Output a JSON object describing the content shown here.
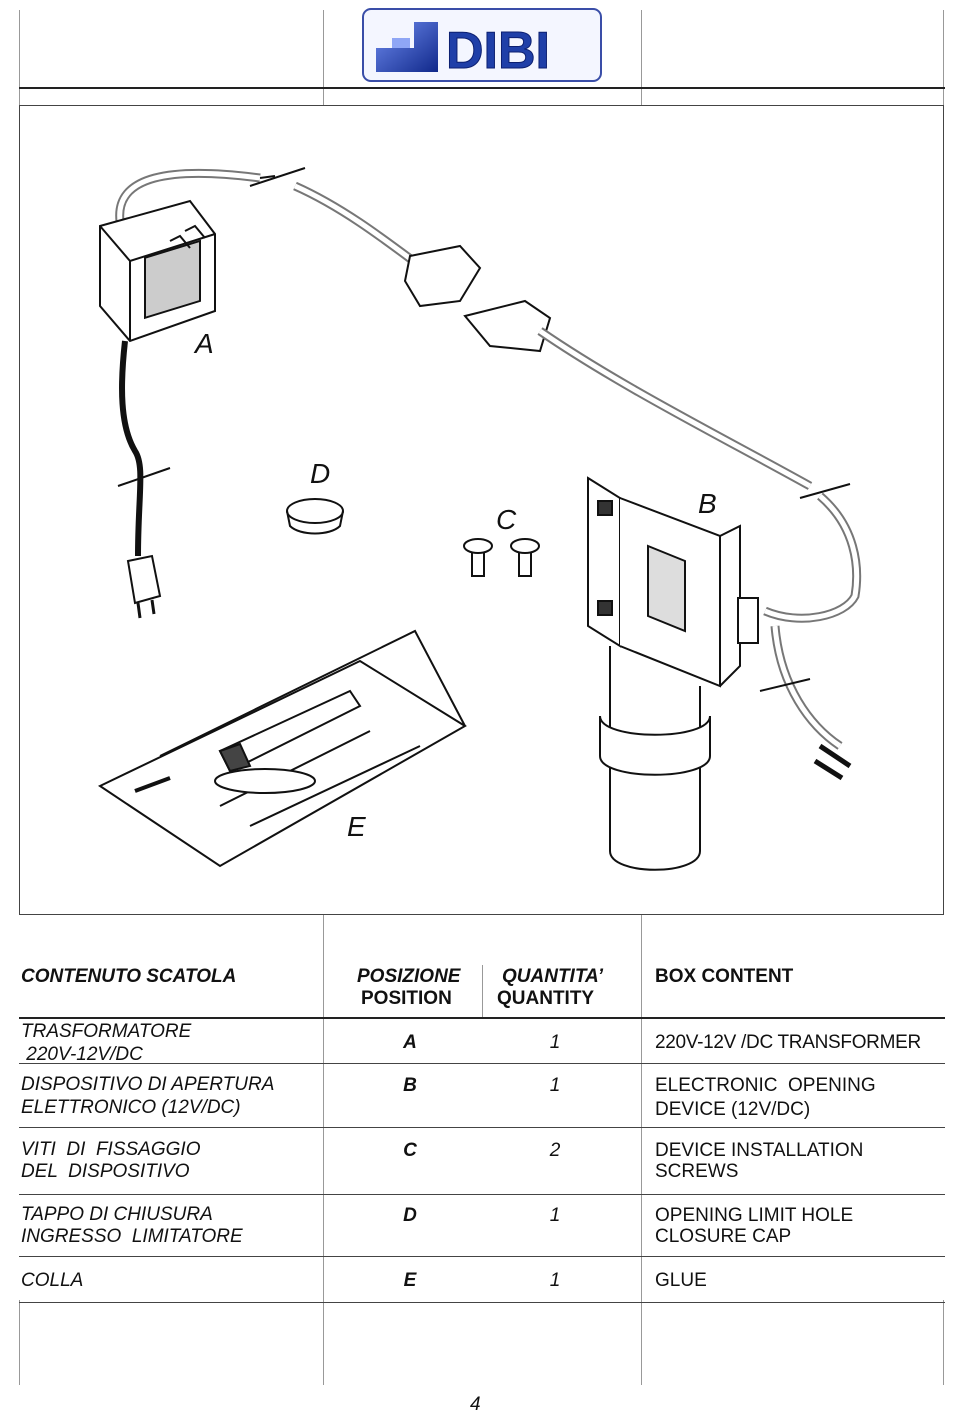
{
  "logo": {
    "text": "DIBI",
    "color": "#1f3fa8"
  },
  "figure": {
    "labels": {
      "a": "A",
      "b": "B",
      "c": "C",
      "d": "D",
      "e": "E"
    }
  },
  "table": {
    "headers": {
      "it_content": "CONTENUTO  SCATOLA",
      "position_it": "POSIZIONE",
      "position_en": "POSITION",
      "quantity_it": "QUANTITA’",
      "quantity_en": "QUANTITY",
      "en_content": "BOX CONTENT"
    },
    "rows": [
      {
        "it1": "TRASFORMATORE",
        "it2": " 220V-12V/DC",
        "pos": "A",
        "qty": "1",
        "en1": "220V-12V /DC TRANSFORMER",
        "en2": ""
      },
      {
        "it1": "DISPOSITIVO DI APERTURA",
        "it2": "ELETTRONICO (12V/DC)",
        "pos": "B",
        "qty": "1",
        "en1": "ELECTRONIC  OPENING",
        "en2": "DEVICE (12V/DC)"
      },
      {
        "it1": "VITI  DI  FISSAGGIO",
        "it2": "DEL  DISPOSITIVO",
        "pos": "C",
        "qty": "2",
        "en1": "DEVICE INSTALLATION",
        "en2": "SCREWS"
      },
      {
        "it1": "TAPPO DI CHIUSURA",
        "it2": "INGRESSO  LIMITATORE",
        "pos": "D",
        "qty": "1",
        "en1": "OPENING LIMIT HOLE",
        "en2": "CLOSURE CAP"
      },
      {
        "it1": "COLLA",
        "it2": "",
        "pos": "E",
        "qty": "1",
        "en1": "GLUE",
        "en2": ""
      }
    ]
  },
  "page_number": "4"
}
